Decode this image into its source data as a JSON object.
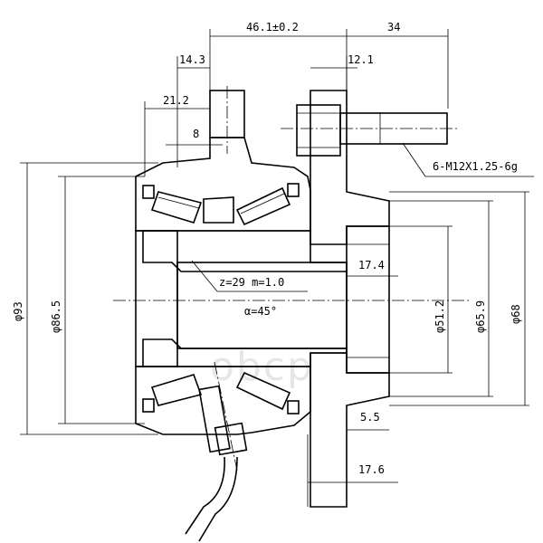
{
  "diagram": {
    "dimensions": {
      "width_overall": "46.1±0.2",
      "stud_length": "34",
      "flange_offset": "14.3",
      "flange_thickness": "12.1",
      "hub_offset": "21.2",
      "small_offset": "8",
      "stud_spec": "6-M12X1.25-6g",
      "bore_depth": "17.4",
      "gear_spec": "z=29 m=1.0",
      "pressure_angle": "α=45°",
      "step_5_5": "5.5",
      "step_17_6": "17.6",
      "dia_93": "φ93",
      "dia_86_5": "φ86.5",
      "dia_51_2": "φ51.2",
      "dia_65_9": "φ65.9",
      "dia_68": "φ68"
    },
    "watermark": "obcp"
  }
}
